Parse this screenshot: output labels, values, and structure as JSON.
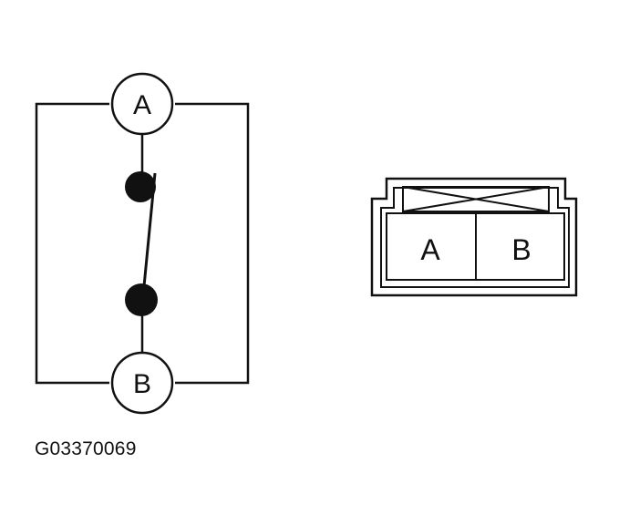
{
  "schematic": {
    "terminal_top": "A",
    "terminal_bottom": "B"
  },
  "connector": {
    "pin_left": "A",
    "pin_right": "B"
  },
  "figure_id": "G03370069",
  "colors": {
    "ink": "#111111",
    "background": "#ffffff"
  }
}
